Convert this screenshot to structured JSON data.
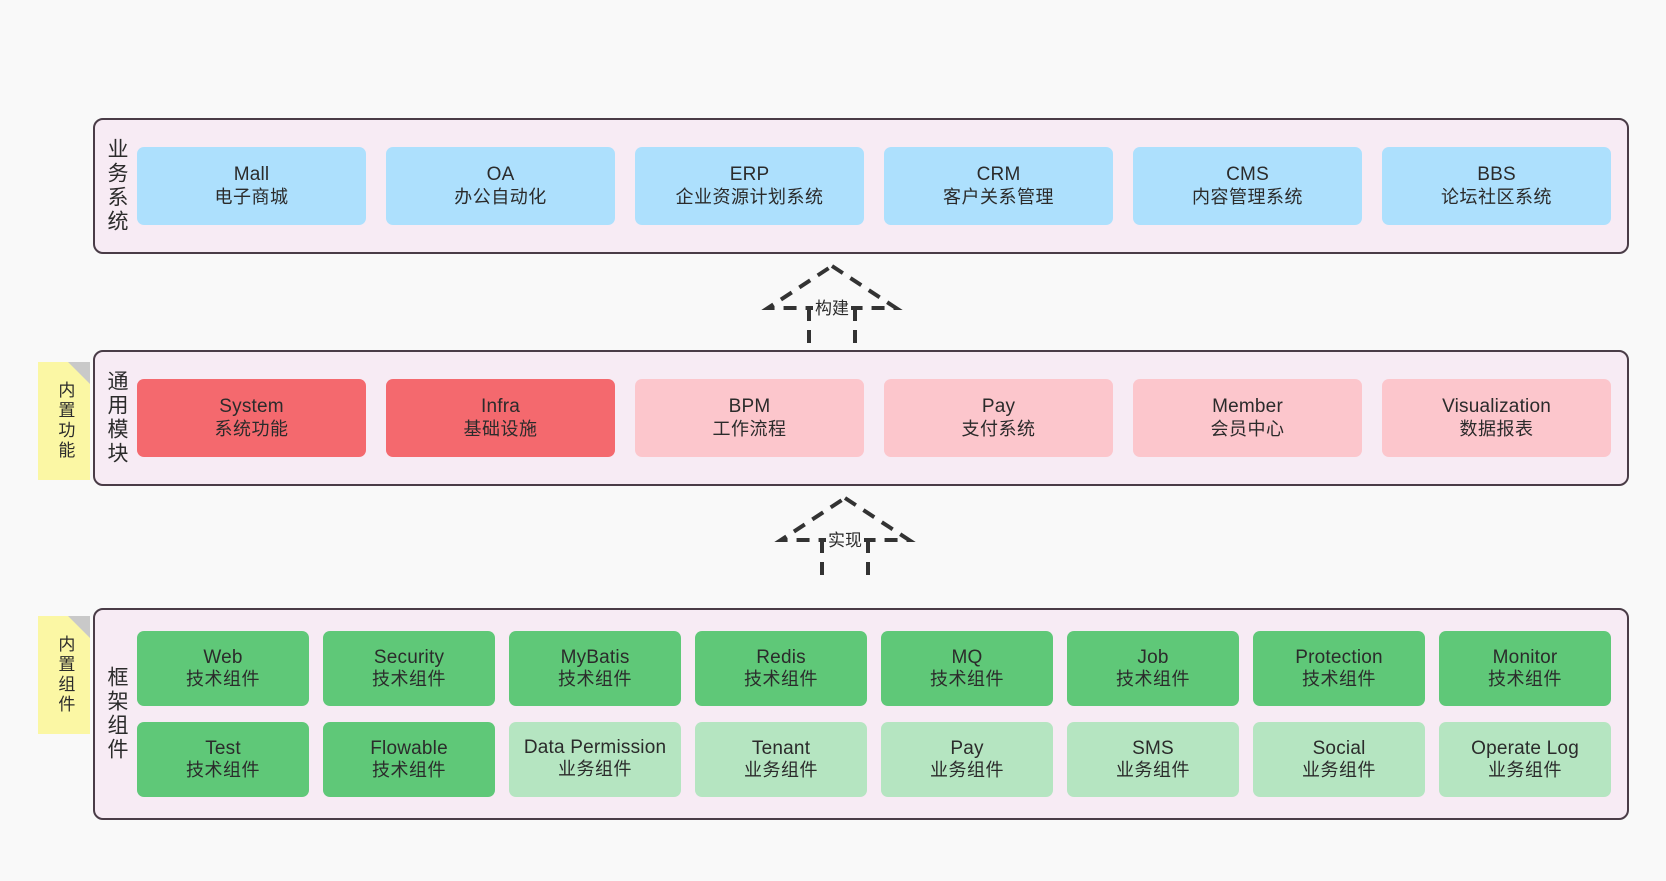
{
  "diagram": {
    "background": "#f9f9f9",
    "layer_fill": "#f7ebf4",
    "layer_border": "#4a3c47",
    "note_fill": "#fbf7a4",
    "colors": {
      "blue": "#ade0fd",
      "red": "#f4696e",
      "pink": "#fcc6cc",
      "green": "#5fc878",
      "light_green": "#b5e5c1"
    }
  },
  "layers": [
    {
      "id": "business-systems",
      "caption": "业务系统",
      "rows": [
        [
          {
            "en": "Mall",
            "cn": "电子商城",
            "color": "blue"
          },
          {
            "en": "OA",
            "cn": "办公自动化",
            "color": "blue"
          },
          {
            "en": "ERP",
            "cn": "企业资源计划系统",
            "color": "blue"
          },
          {
            "en": "CRM",
            "cn": "客户关系管理",
            "color": "blue"
          },
          {
            "en": "CMS",
            "cn": "内容管理系统",
            "color": "blue"
          },
          {
            "en": "BBS",
            "cn": "论坛社区系统",
            "color": "blue"
          }
        ]
      ]
    },
    {
      "id": "common-modules",
      "caption": "通用模块",
      "note": "内置功能",
      "rows": [
        [
          {
            "en": "System",
            "cn": "系统功能",
            "color": "red"
          },
          {
            "en": "Infra",
            "cn": "基础设施",
            "color": "red"
          },
          {
            "en": "BPM",
            "cn": "工作流程",
            "color": "pink"
          },
          {
            "en": "Pay",
            "cn": "支付系统",
            "color": "pink"
          },
          {
            "en": "Member",
            "cn": "会员中心",
            "color": "pink"
          },
          {
            "en": "Visualization",
            "cn": "数据报表",
            "color": "pink"
          }
        ]
      ]
    },
    {
      "id": "framework-components",
      "caption": "框架组件",
      "note": "内置组件",
      "rows": [
        [
          {
            "en": "Web",
            "cn": "技术组件",
            "color": "green"
          },
          {
            "en": "Security",
            "cn": "技术组件",
            "color": "green"
          },
          {
            "en": "MyBatis",
            "cn": "技术组件",
            "color": "green"
          },
          {
            "en": "Redis",
            "cn": "技术组件",
            "color": "green"
          },
          {
            "en": "MQ",
            "cn": "技术组件",
            "color": "green"
          },
          {
            "en": "Job",
            "cn": "技术组件",
            "color": "green"
          },
          {
            "en": "Protection",
            "cn": "技术组件",
            "color": "green"
          },
          {
            "en": "Monitor",
            "cn": "技术组件",
            "color": "green"
          }
        ],
        [
          {
            "en": "Test",
            "cn": "技术组件",
            "color": "green"
          },
          {
            "en": "Flowable",
            "cn": "技术组件",
            "color": "green"
          },
          {
            "en": "Data Permission",
            "cn": "业务组件",
            "color": "lightgreen"
          },
          {
            "en": "Tenant",
            "cn": "业务组件",
            "color": "lightgreen"
          },
          {
            "en": "Pay",
            "cn": "业务组件",
            "color": "lightgreen"
          },
          {
            "en": "SMS",
            "cn": "业务组件",
            "color": "lightgreen"
          },
          {
            "en": "Social",
            "cn": "业务组件",
            "color": "lightgreen"
          },
          {
            "en": "Operate Log",
            "cn": "业务组件",
            "color": "lightgreen"
          }
        ]
      ]
    }
  ],
  "connectors": [
    {
      "id": "build",
      "label": "构建"
    },
    {
      "id": "implement",
      "label": "实现"
    }
  ]
}
